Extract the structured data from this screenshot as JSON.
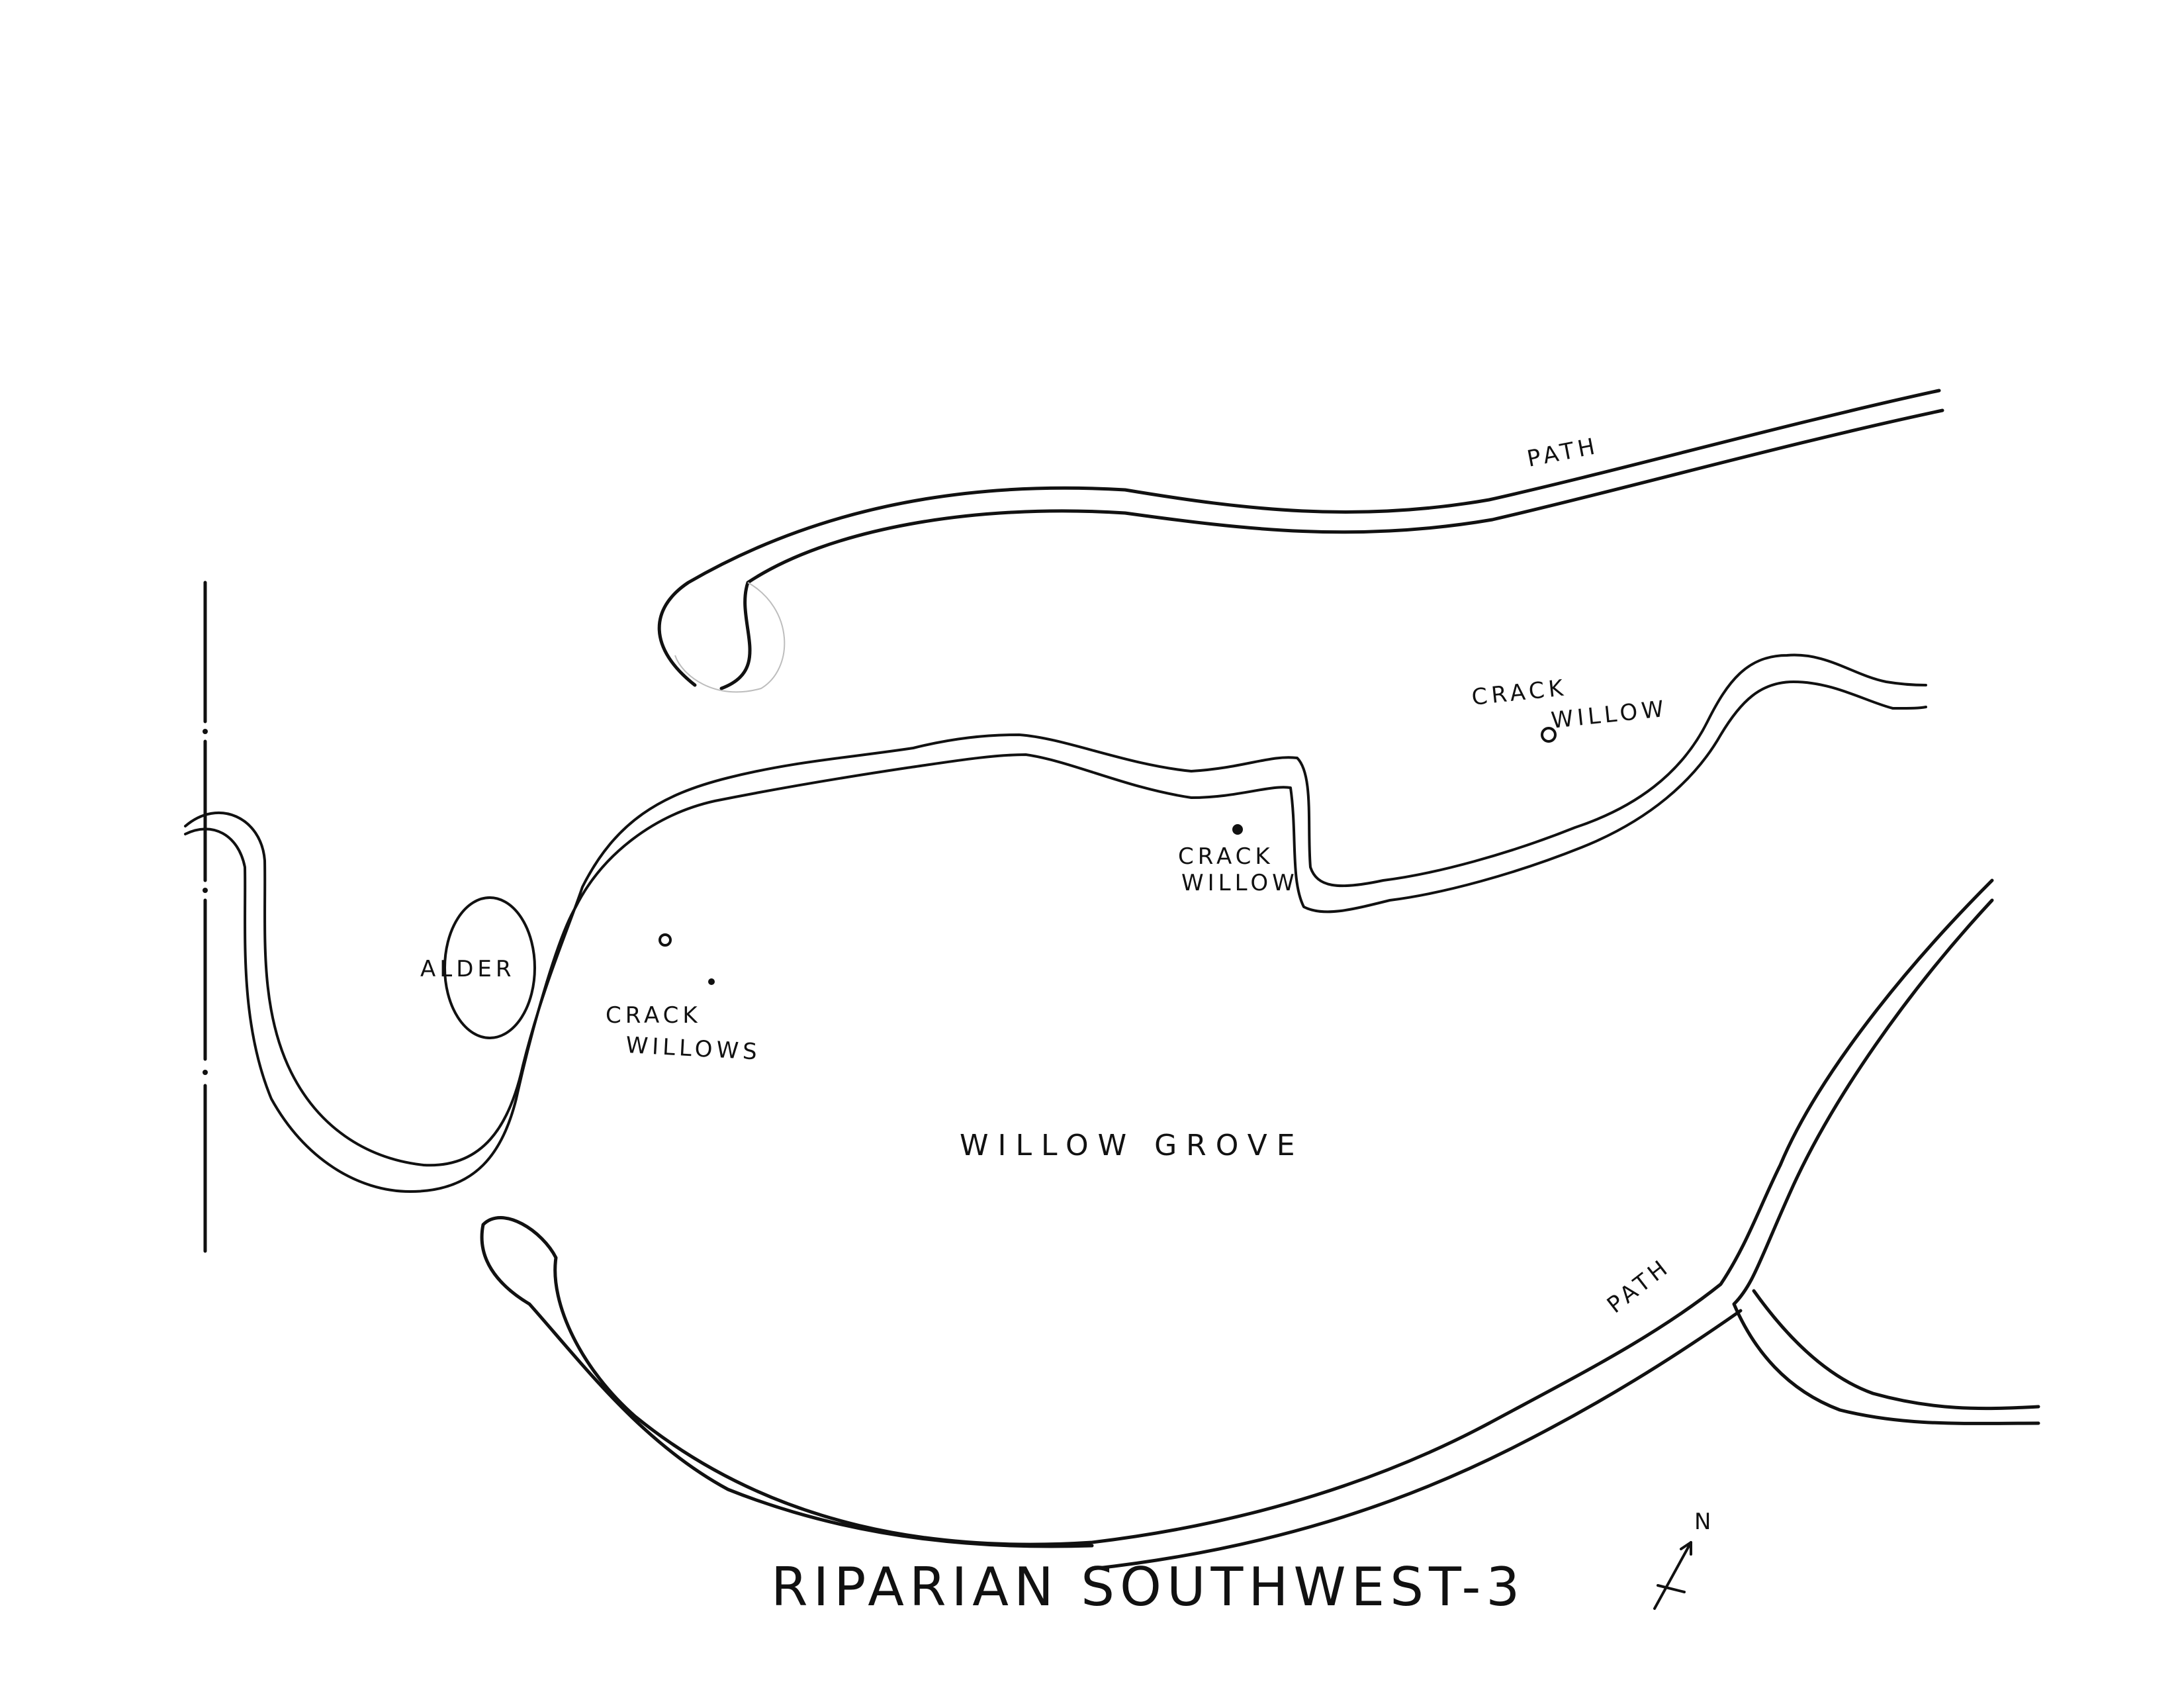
{
  "map": {
    "title": "RIPARIAN SOUTHWEST-3",
    "area_label": "WILLOW GROVE",
    "north_label": "N",
    "paths": {
      "north": "PATH",
      "south": "PATH"
    },
    "trees": {
      "alder": "ALDER",
      "crack_willows_line1": "CRACK",
      "crack_willows_line2": "WILLOWS",
      "crack_willow_center_line1": "CRACK",
      "crack_willow_center_line2": "WILLOW",
      "crack_willow_east_line1": "CRACK",
      "crack_willow_east_line2": "WILLOW"
    },
    "ink_color": "#111111"
  }
}
